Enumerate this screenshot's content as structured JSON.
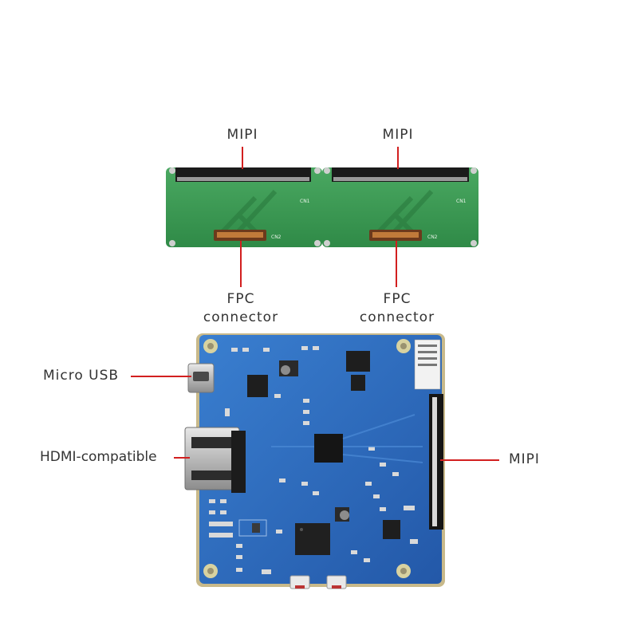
{
  "labels": {
    "mipi_left": "MIPI",
    "mipi_right": "MIPI",
    "fpc_left_line1": "FPC",
    "fpc_left_line2": "connector",
    "fpc_right_line1": "FPC",
    "fpc_right_line2": "connector",
    "micro_usb": "Micro USB",
    "hdmi": "HDMI-compatible",
    "mipi_board": "MIPI"
  },
  "silkscreen": {
    "cn1": "CN1",
    "cn2": "CN2"
  },
  "colors": {
    "leader_line": "#d21f1f",
    "adapter_pcb": "#3f9d55",
    "main_pcb": "#2e6fc0"
  }
}
